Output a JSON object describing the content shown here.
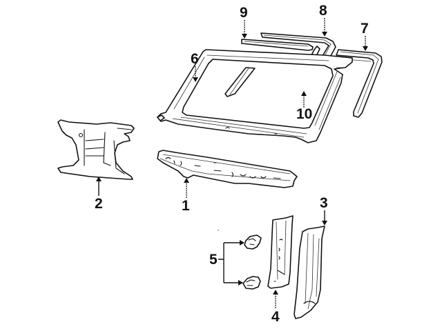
{
  "diagram": {
    "type": "exploded-parts-view",
    "background": "#ffffff",
    "line_color": "#111111",
    "callouts": [
      {
        "id": "1",
        "label": "1",
        "part": "cowl-panel"
      },
      {
        "id": "2",
        "label": "2",
        "part": "cowl-side-bracket"
      },
      {
        "id": "3",
        "label": "3",
        "part": "pillar-trim-panel"
      },
      {
        "id": "4",
        "label": "4",
        "part": "pillar-reinforcement"
      },
      {
        "id": "5",
        "label": "5",
        "part": "retaining-clips"
      },
      {
        "id": "6",
        "label": "6",
        "part": "windshield-frame"
      },
      {
        "id": "7",
        "label": "7",
        "part": "outer-drip-molding"
      },
      {
        "id": "8",
        "label": "8",
        "part": "roof-rail-molding"
      },
      {
        "id": "9",
        "label": "9",
        "part": "upper-reveal-molding"
      },
      {
        "id": "10",
        "label": "10",
        "part": "pillar-molding-strip"
      }
    ]
  }
}
